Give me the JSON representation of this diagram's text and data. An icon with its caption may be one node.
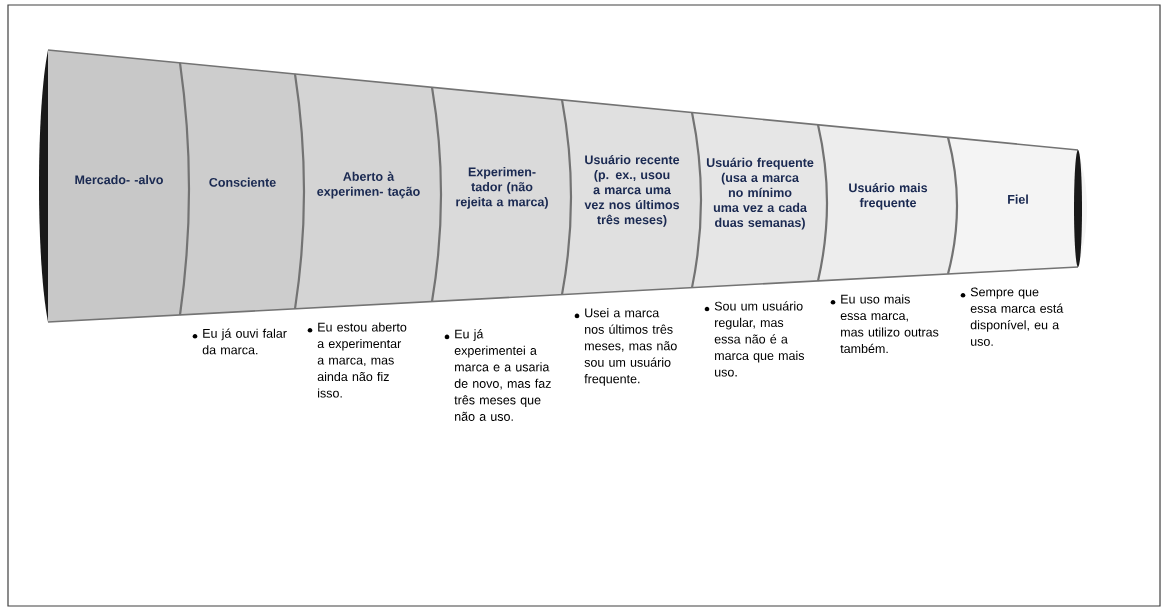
{
  "diagram": {
    "nodes": [
      {
        "text": [
          "Mercado- -alvo"
        ]
      },
      {
        "text": [
          "Consciente"
        ],
        "beside": [
          "Eu já ouvi falar da marca."
        ]
      },
      {
        "text": [
          "Aberto à experimen- tação"
        ],
        "beside": [
          "Eu estou aberto a experimentar a marca, mas ainda não fiz isso."
        ]
      },
      {
        "text": [
          "Experimen- tador (não rejeita a marca)"
        ],
        "beside": [
          "Eu já experimentei a marca e a usaria de novo, mas faz três meses que não a uso."
        ]
      },
      {
        "text": [
          "Usuário recente (p. ex., usou a marca uma vez nos últimos três meses)"
        ],
        "beside": [
          "Usei a marca nos últimos três meses, mas não sou um usuário frequente."
        ]
      },
      {
        "text": [
          "Usuário frequente (usa a marca no mínimo uma vez a cada duas semanas)"
        ],
        "beside": [
          "Sou um usuário regular, mas essa não é a marca que mais uso."
        ]
      },
      {
        "text": [
          "Usuário mais frequente"
        ],
        "beside": [
          "Eu uso mais essa marca, mas utilizo outras também."
        ]
      },
      {
        "text": [
          "Fiel"
        ],
        "beside": [
          "Sempre que essa marca está disponível, eu a uso."
        ]
      }
    ]
  }
}
